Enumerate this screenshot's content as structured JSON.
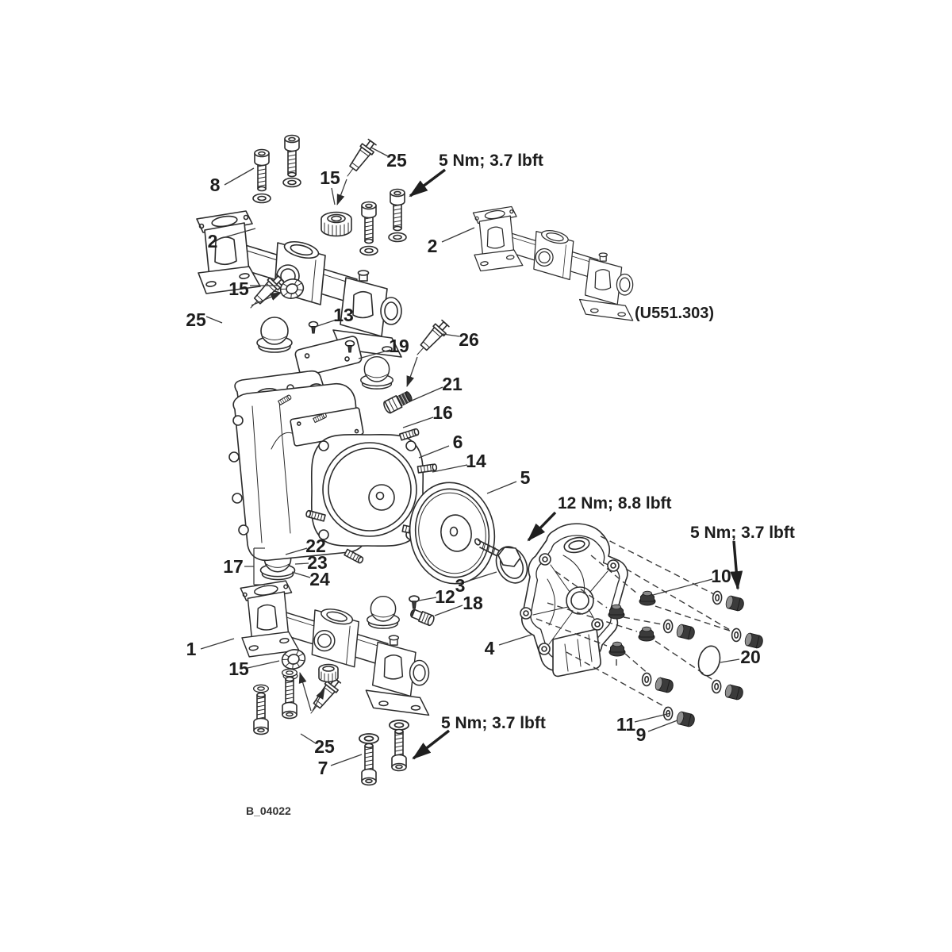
{
  "diagram": {
    "background": "#ffffff",
    "line_color": "#2b2b2b",
    "text_color": "#1d1d1d",
    "figure_code": "B_04022",
    "assembly_reference": "(U551.303)",
    "torque_notes": {
      "top": "5 Nm; 3.7 lbft",
      "center": "12 Nm; 8.8 lbft",
      "right": "5 Nm; 3.7 lbft",
      "bottom": "5 Nm; 3.7 lbft"
    },
    "callouts": {
      "c8": "8",
      "c15_top": "15",
      "c25_top": "25",
      "c2_left": "2",
      "c2_right": "2",
      "c15_mid": "15",
      "c25_mid": "25",
      "c13": "13",
      "c19": "19",
      "c26": "26",
      "c21": "21",
      "c16": "16",
      "c6": "6",
      "c14": "14",
      "c5": "5",
      "c10": "10",
      "c17": "17",
      "c22": "22",
      "c23": "23",
      "c24": "24",
      "c3": "3",
      "c12": "12",
      "c18": "18",
      "c1": "1",
      "c4": "4",
      "c20": "20",
      "c15_bottom": "15",
      "c25_bottom": "25",
      "c11": "11",
      "c9": "9",
      "c7": "7"
    }
  }
}
